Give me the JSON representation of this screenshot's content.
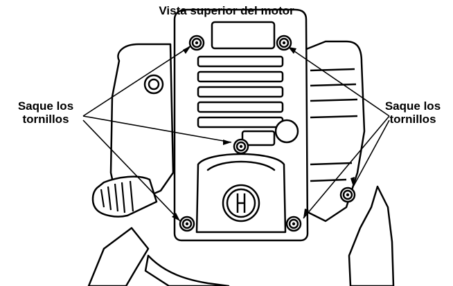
{
  "title": "Vista superior del motor",
  "callouts": {
    "left": [
      "Saque los",
      "tornillos"
    ],
    "right": [
      "Saque los",
      "tornillos"
    ]
  },
  "icons": [
    "screw-icon"
  ],
  "colors": {
    "line": "#000000",
    "background": "#ffffff"
  }
}
